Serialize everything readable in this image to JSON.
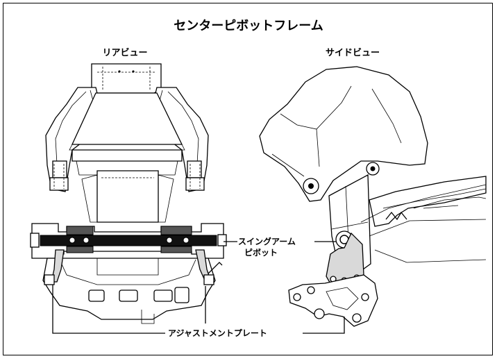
{
  "title": "センターピボットフレーム",
  "views": {
    "rear": "リアビュー",
    "side": "サイドビュー"
  },
  "labels": {
    "pivot_line1": "スイングアーム",
    "pivot_line2": "ピボット",
    "adjust_plate": "アジャストメントプレート"
  },
  "colors": {
    "line": "#000000",
    "background": "#ffffff",
    "highlight_plate": "#bdbdbd"
  }
}
